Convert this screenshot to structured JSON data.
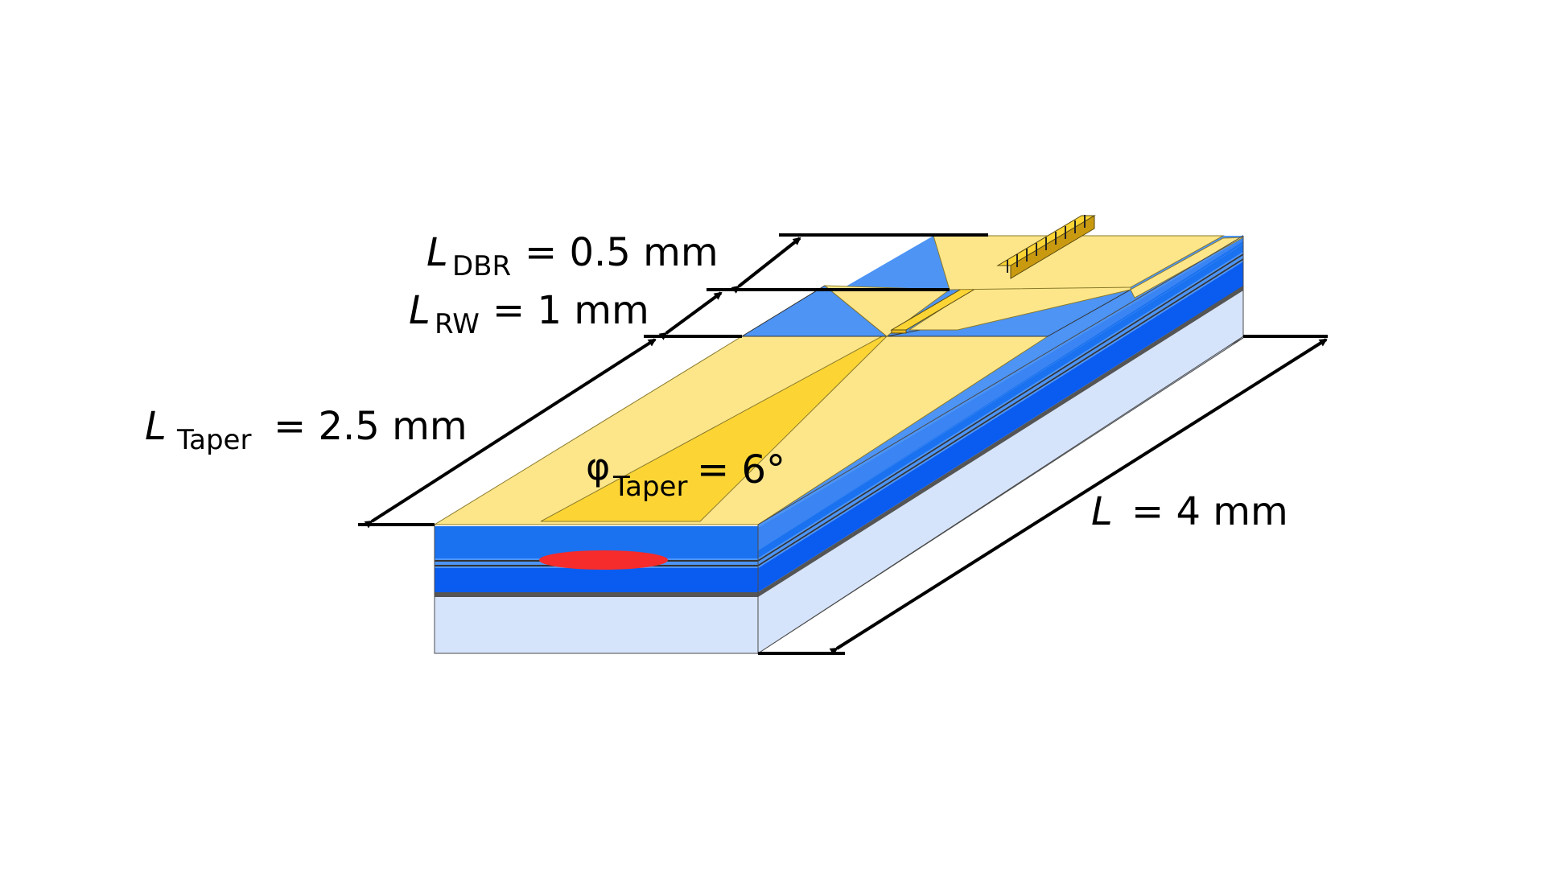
{
  "labels": {
    "l_dbr": {
      "symbol": "L",
      "sub": "DBR",
      "value": "= 0.5 mm"
    },
    "l_rw": {
      "symbol": "L",
      "sub": "RW",
      "value": "= 1 mm"
    },
    "l_taper": {
      "symbol": "L",
      "sub": "Taper",
      "value": "= 2.5 mm"
    },
    "phi_taper": {
      "symbol": "φ",
      "sub": "Taper",
      "value": "= 6°"
    },
    "l_total": {
      "symbol": "L",
      "value": "= 4 mm"
    }
  },
  "colors": {
    "gold": "#fde68a",
    "gold_dark": "#fcd535",
    "blue_light": "#4d94f5",
    "blue_mid": "#1a72f0",
    "blue_deep": "#0a5cf0",
    "substrate": "#d6e4fb",
    "mode_spot": "#f62b2b"
  }
}
